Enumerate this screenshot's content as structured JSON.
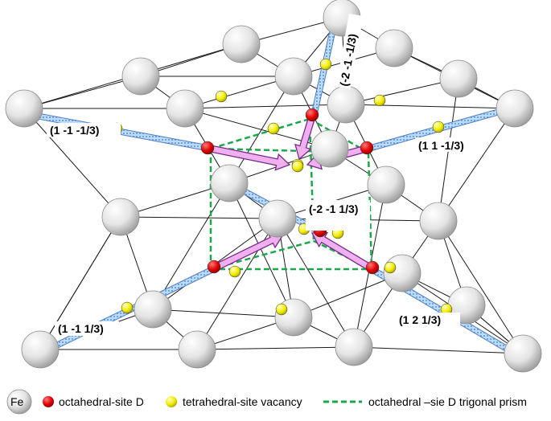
{
  "diagram": {
    "direction_labels": {
      "upper_left": "(1 -1 -1/3)",
      "upper_right": "(1 1 -1/3)",
      "top_vertical": "(-2 -1 -1/3)",
      "center": "(-2 -1 1/3)",
      "lower_left": "(1 -1 1/3)",
      "lower_right": "(1 2 1/3)"
    },
    "colors": {
      "fe_atom": "#d9d9d9",
      "octahedral_site": "#e00000",
      "tetrahedral_vacancy": "#ffff00",
      "prism_edge": "#1aa84a",
      "jump_arrow": "#f0b0f0",
      "path_tube": "#a8d2ff"
    }
  },
  "legend": {
    "fe_label": "Fe",
    "octahedral_label": "octahedral-site D",
    "tetrahedral_label": "tetrahedral-site  vacancy",
    "prism_label": "octahedral –sie D trigonal prism"
  }
}
